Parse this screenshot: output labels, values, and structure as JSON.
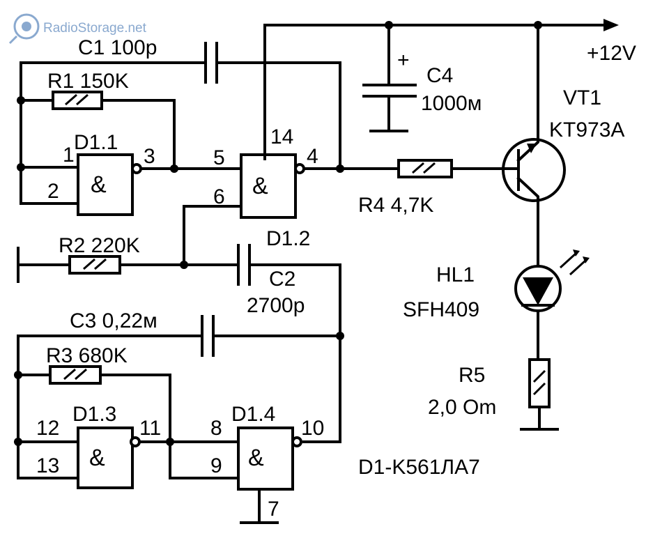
{
  "watermark": {
    "text": "RadioStorage.net",
    "icon": "radiostorage-logo-icon",
    "color": "#8aa9cf"
  },
  "supply": {
    "label": "+12V"
  },
  "components": {
    "c1": "C1 100p",
    "r1": "R1 150K",
    "c4_name": "C4",
    "c4_value": "1000м",
    "c4_polarity": "+",
    "vt1_name": "VT1",
    "vt1_type": "KT973A",
    "r4": "R4 4,7K",
    "r2": "R2 220K",
    "d12": "D1.2",
    "c2_name": "C2",
    "c2_value": "2700p",
    "hl1_name": "HL1",
    "hl1_type": "SFH409",
    "c3": "C3 0,22м",
    "r3": "R3 680K",
    "r5_name": "R5",
    "r5_value": "2,0 Om",
    "chip": "D1-K561ЛA7"
  },
  "gates": {
    "d11": {
      "name": "D1.1",
      "symbol": "&",
      "in1": "1",
      "in2": "2",
      "out": "3"
    },
    "d12": {
      "symbol": "&",
      "in1": "5",
      "in2": "6",
      "out": "4",
      "vcc": "14"
    },
    "d13": {
      "name": "D1.3",
      "symbol": "&",
      "in1": "12",
      "in2": "13",
      "out": "11"
    },
    "d14": {
      "name": "D1.4",
      "symbol": "&",
      "in1": "8",
      "in2": "9",
      "out": "10",
      "gnd": "7"
    }
  }
}
